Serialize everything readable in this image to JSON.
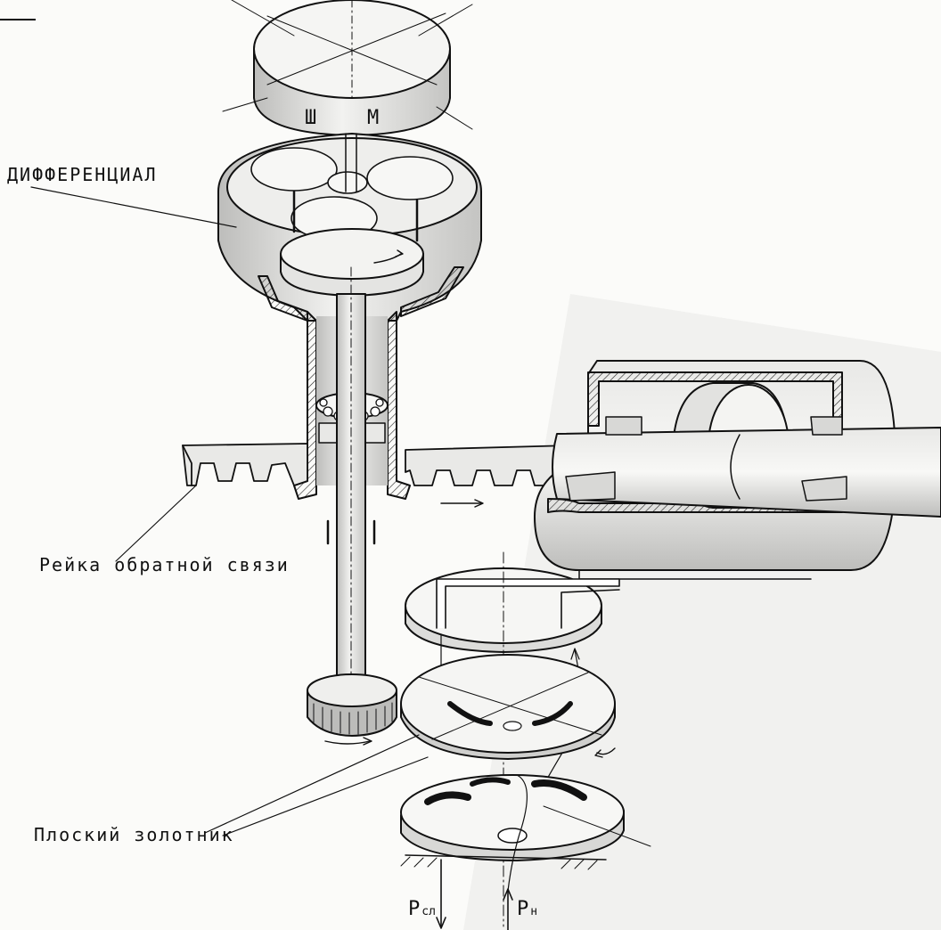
{
  "labels": {
    "differential": "ДИФФЕРЕНЦИАЛ",
    "feedback_rack": "Рейка обратной связи",
    "flat_valve": "Плоский золотник",
    "sh": "Ш",
    "m": "М",
    "p_sl": "P",
    "p_sl_sub": "сл",
    "p_n": "P",
    "p_n_sub": "н"
  },
  "colors": {
    "ink": "#111111",
    "paper": "#fbfbf9",
    "shade": "#c9c9c7"
  }
}
